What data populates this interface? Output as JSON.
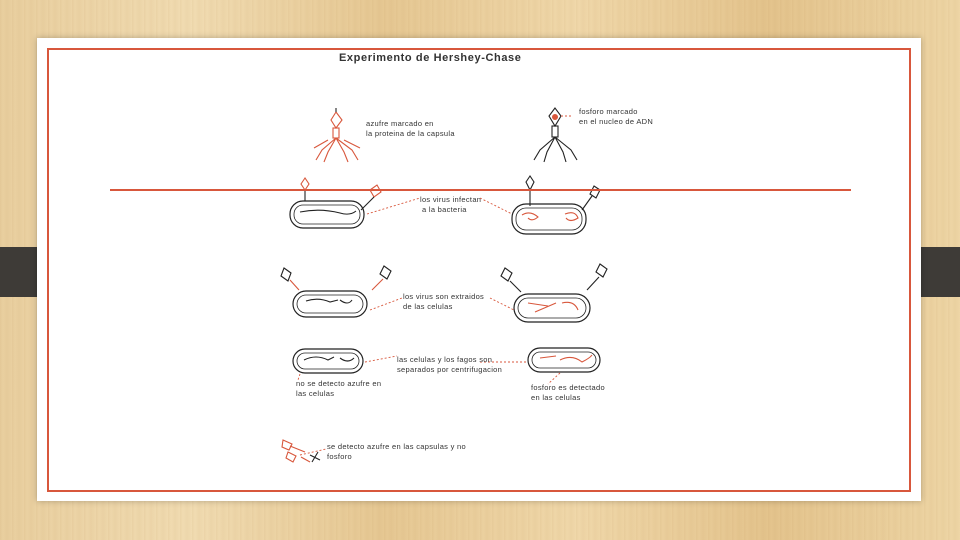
{
  "title": "Experimento de Hershey-Chase",
  "labels": {
    "sulfur": [
      "azufre marcado en",
      "la proteina de la capsula"
    ],
    "phosphorus": [
      "fosforo marcado",
      "en el nucleo de ADN"
    ],
    "infect": [
      "los virus infectan",
      "a la bacteria"
    ],
    "extract": [
      "los virus son extraidos",
      "de las celulas"
    ],
    "separate": [
      "las celulas y los fagos son",
      "separados por centrifugacion"
    ],
    "no_sulfur": [
      "no se detecto azufre en",
      "las celulas"
    ],
    "phos_detected": [
      "fosforo es detectado",
      "en las celulas"
    ],
    "capsule": [
      "se detecto azufre en las capsulas y no",
      "fosforo"
    ]
  },
  "colors": {
    "accent": "#d8573c",
    "tab": "#3e3b37",
    "background_wood": "#ecd3a3"
  }
}
